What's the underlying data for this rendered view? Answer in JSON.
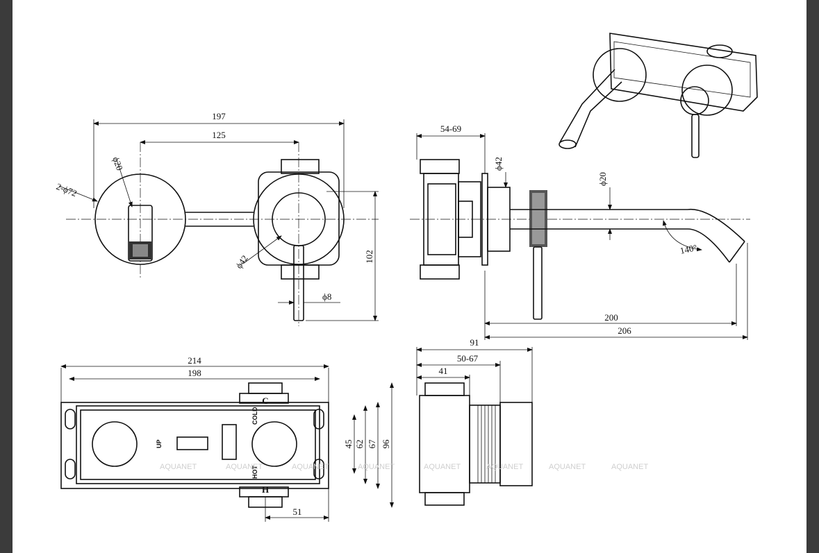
{
  "dimensions": {
    "front_overall_width": "197",
    "front_center_distance": "125",
    "front_rosette_diameter": "2-ϕ72",
    "front_spout_diameter": "ϕ20",
    "front_handle_rosette": "ϕ42",
    "front_height": "102",
    "front_lever": "ϕ8",
    "side_wall_depth": "54-69",
    "side_rosette": "ϕ42",
    "side_spout": "ϕ20",
    "side_angle": "140°",
    "side_reach_inner": "200",
    "side_reach_outer": "206",
    "box_overall_width": "214",
    "box_inner_width": "198",
    "box_h1": "45",
    "box_h2": "62",
    "box_h3": "67",
    "box_h4": "96",
    "box_offset": "51",
    "box_side_overall": "91",
    "box_side_range": "50-67",
    "box_side_min": "41"
  },
  "box_labels": {
    "cold_top": "C",
    "hot_bottom": "H",
    "cold": "COLD",
    "hot": "HOT",
    "up": "UP"
  },
  "watermark": "AQUANET"
}
